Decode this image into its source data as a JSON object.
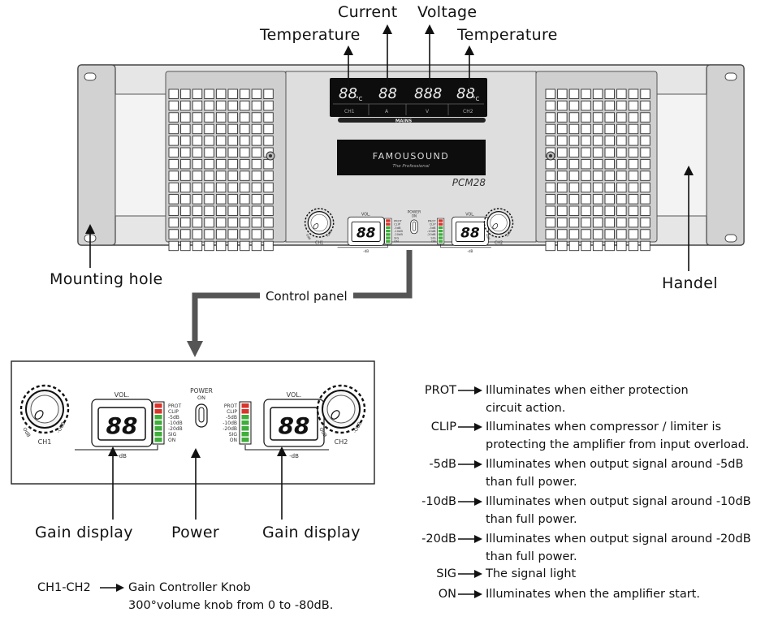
{
  "callouts": {
    "current": "Current",
    "voltage": "Voltage",
    "temp_left": "Temperature",
    "temp_right": "Temperature",
    "mounting_hole": "Mounting hole",
    "handel": "Handel",
    "control_panel": "Control panel",
    "gain_display_left": "Gain display",
    "power": "Power",
    "gain_display_right": "Gain display"
  },
  "front_panel": {
    "display": {
      "ch1": "CH1",
      "ch2": "CH2",
      "amp": "A",
      "volt": "V",
      "mains": "MAINS",
      "temp_left_digits": "88",
      "current_digits": "88",
      "voltage_digits": "888",
      "temp_right_digits": "88",
      "celsius": "°C"
    },
    "brand": "FAMOUSOUND",
    "tagline": "The Professional",
    "model": "PCM28"
  },
  "control_panel": {
    "vol_label": "VOL.",
    "db_label": "-dB",
    "ch1": "CH1",
    "ch2": "CH2",
    "knob_min": "OdB",
    "knob_max": "-OdB",
    "gain_digits": "88",
    "power_label": "POWER",
    "power_on": "ON",
    "led_labels": [
      "PROT",
      "CLIP",
      "-5dB",
      "-10dB",
      "-20dB",
      "SIG",
      "ON"
    ]
  },
  "legend": [
    {
      "key": "PROT",
      "text": "Illuminates when either protection",
      "text2": "circuit action."
    },
    {
      "key": "CLIP",
      "text": "Illuminates when compressor / limiter is",
      "text2": "protecting the amplifier from input overload."
    },
    {
      "key": "-5dB",
      "text": "Illuminates when output signal around -5dB",
      "text2": "than full power."
    },
    {
      "key": "-10dB",
      "text": "Illuminates when output signal around -10dB",
      "text2": "than full power."
    },
    {
      "key": "-20dB",
      "text": "Illuminates when output signal around -20dB",
      "text2": "than full power."
    },
    {
      "key": "SIG",
      "text": "The signal light",
      "text2": ""
    },
    {
      "key": "ON",
      "text": "Illuminates when the amplifier start.",
      "text2": ""
    }
  ],
  "knob_note": {
    "key": "CH1-CH2",
    "line1": "Gain Controller Knob",
    "line2": "300°volume knob from 0 to -80dB."
  },
  "colors": {
    "chassis": "#e4e4e4",
    "ear": "#cfcfcf",
    "grille_panel": "#cdcdcd",
    "display_bg": "#0d0d0d",
    "led_red": "#d9342b",
    "led_green": "#3fae3a",
    "arrow_gray": "#555555"
  }
}
